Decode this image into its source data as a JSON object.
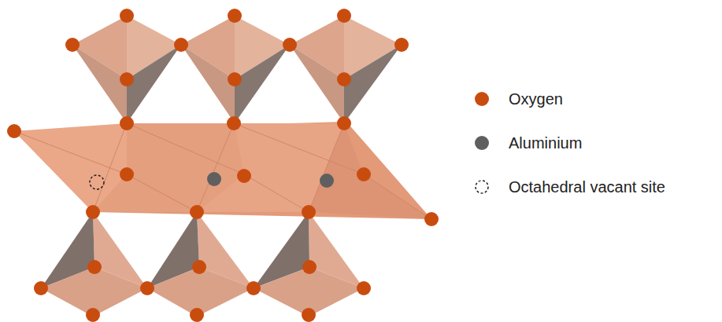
{
  "diagram": {
    "legend": [
      {
        "text": "Oxygen",
        "color": "#c94c0f"
      },
      {
        "text": "Aluminium",
        "color": "#5f5f5f"
      },
      {
        "text": "Octahedral vacant site"
      }
    ]
  }
}
